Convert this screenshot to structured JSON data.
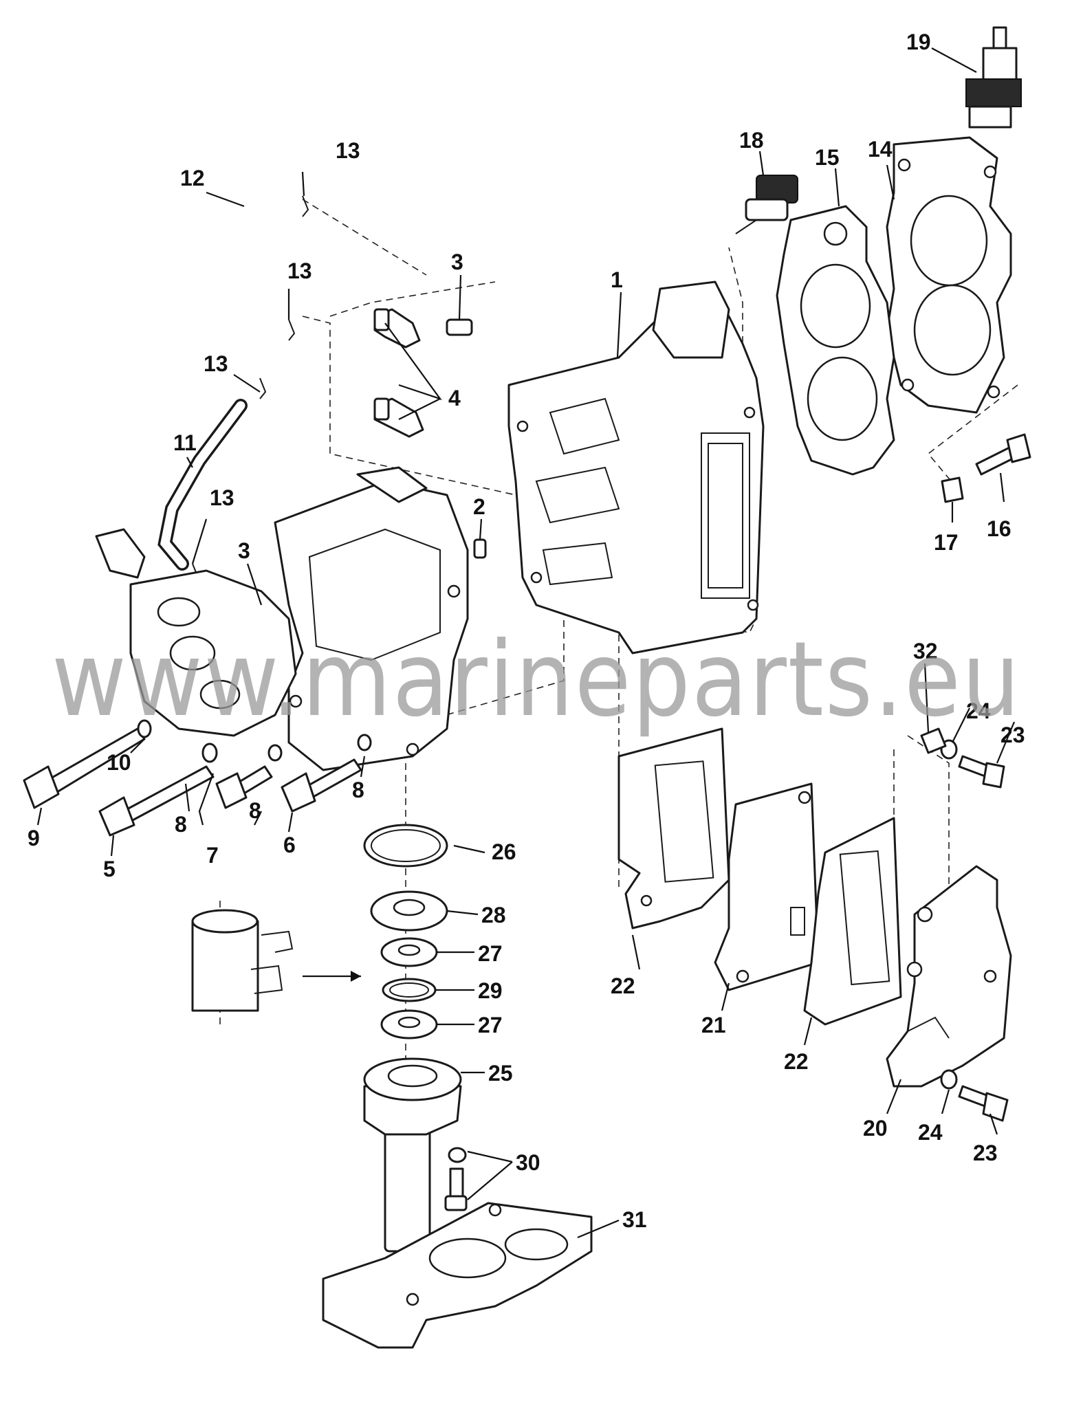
{
  "watermark": "www.marineparts.eu",
  "callouts": [
    {
      "id": "c1",
      "text": "1"
    },
    {
      "id": "c2",
      "text": "2"
    },
    {
      "id": "c3a",
      "text": "3"
    },
    {
      "id": "c3b",
      "text": "3"
    },
    {
      "id": "c4",
      "text": "4"
    },
    {
      "id": "c5",
      "text": "5"
    },
    {
      "id": "c6",
      "text": "6"
    },
    {
      "id": "c7",
      "text": "7"
    },
    {
      "id": "c8a",
      "text": "8"
    },
    {
      "id": "c8b",
      "text": "8"
    },
    {
      "id": "c8c",
      "text": "8"
    },
    {
      "id": "c9",
      "text": "9"
    },
    {
      "id": "c10",
      "text": "10"
    },
    {
      "id": "c11",
      "text": "11"
    },
    {
      "id": "c12",
      "text": "12"
    },
    {
      "id": "c13a",
      "text": "13"
    },
    {
      "id": "c13b",
      "text": "13"
    },
    {
      "id": "c13c",
      "text": "13"
    },
    {
      "id": "c13d",
      "text": "13"
    },
    {
      "id": "c14",
      "text": "14"
    },
    {
      "id": "c15",
      "text": "15"
    },
    {
      "id": "c16",
      "text": "16"
    },
    {
      "id": "c17",
      "text": "17"
    },
    {
      "id": "c18",
      "text": "18"
    },
    {
      "id": "c19",
      "text": "19"
    },
    {
      "id": "c20",
      "text": "20"
    },
    {
      "id": "c21",
      "text": "21"
    },
    {
      "id": "c22a",
      "text": "22"
    },
    {
      "id": "c22b",
      "text": "22"
    },
    {
      "id": "c23a",
      "text": "23"
    },
    {
      "id": "c23b",
      "text": "23"
    },
    {
      "id": "c24a",
      "text": "24"
    },
    {
      "id": "c24b",
      "text": "24"
    },
    {
      "id": "c25",
      "text": "25"
    },
    {
      "id": "c26",
      "text": "26"
    },
    {
      "id": "c27a",
      "text": "27"
    },
    {
      "id": "c27b",
      "text": "27"
    },
    {
      "id": "c28",
      "text": "28"
    },
    {
      "id": "c29",
      "text": "29"
    },
    {
      "id": "c30",
      "text": "30"
    },
    {
      "id": "c31",
      "text": "31"
    },
    {
      "id": "c32",
      "text": "32"
    }
  ]
}
